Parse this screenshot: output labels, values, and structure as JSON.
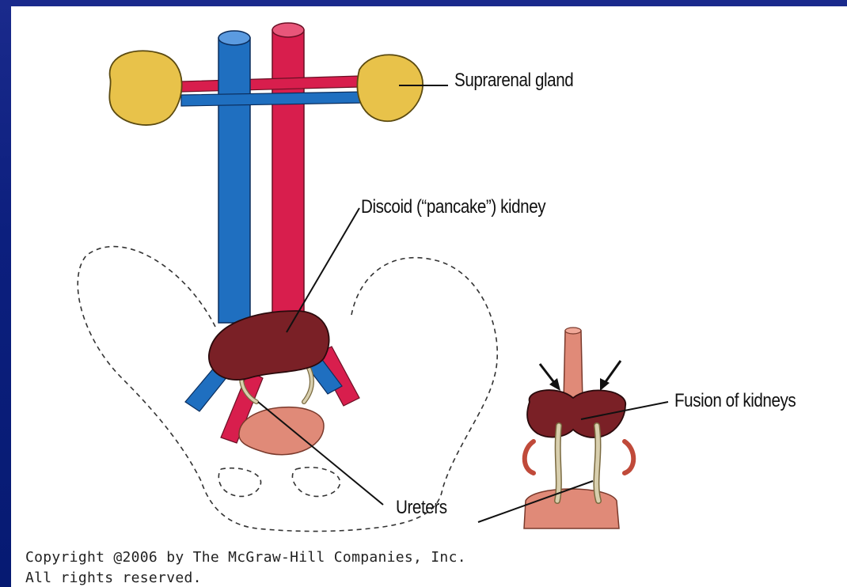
{
  "labels": {
    "suprarenal_gland": "Suprarenal gland",
    "discoid_kidney": "Discoid (“pancake”) kidney",
    "fusion_of_kidneys": "Fusion of kidneys",
    "ureters": "Ureters"
  },
  "copyright": {
    "line1": "Copyright @2006 by The McGraw-Hill Companies, Inc.",
    "line2": "All rights reserved."
  },
  "colors": {
    "vein": "#1f6fc0",
    "artery": "#d81e4d",
    "gland": "#e8c24a",
    "kidney": "#7a2026",
    "bladder": "#e08a78",
    "ureter": "#d8cfae"
  }
}
